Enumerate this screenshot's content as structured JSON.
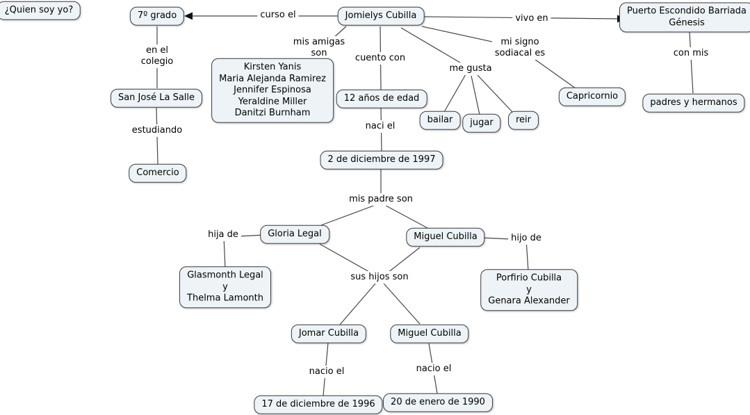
{
  "title": "¿Quien soy yo?",
  "colors": {
    "node_fill": "#edf3f6",
    "node_border": "#3d3d3d",
    "line": "#454545",
    "arrow": "#111111",
    "text": "#000000",
    "background": "#ffffff"
  },
  "nodes": [
    {
      "id": "quien-soy-yo",
      "label": "¿Quien soy yo?"
    },
    {
      "id": "grado-7",
      "label": "7º grado"
    },
    {
      "id": "jomielys-cubilla",
      "label": "Jomielys Cubilla"
    },
    {
      "id": "puerto-escondido",
      "label": "Puerto Escondido Barriada\nGénesis"
    },
    {
      "id": "san-jose-la-salle",
      "label": "San José La Salle"
    },
    {
      "id": "amigas",
      "label": "Kirsten Yanis\nMaria Alejanda Ramirez\nJennifer Espinosa\nYeraldine Miller\nDanitzi Burnham"
    },
    {
      "id": "comercio",
      "label": "Comercio"
    },
    {
      "id": "edad",
      "label": "12 años de edad"
    },
    {
      "id": "bailar",
      "label": "bailar"
    },
    {
      "id": "jugar",
      "label": "jugar"
    },
    {
      "id": "reir",
      "label": "reir"
    },
    {
      "id": "capricornio",
      "label": "Capricornio"
    },
    {
      "id": "padres-hermanos",
      "label": "padres y hermanos"
    },
    {
      "id": "fecha-1997",
      "label": "2 de diciembre de 1997"
    },
    {
      "id": "gloria-legal",
      "label": "Gloria Legal"
    },
    {
      "id": "miguel-cubilla-padre",
      "label": "Miguel Cubilla"
    },
    {
      "id": "abuelos-maternos",
      "label": "Glasmonth Legal\ny\nThelma Lamonth"
    },
    {
      "id": "abuelos-paternos",
      "label": "Porfirio Cubilla\ny\nGenara Alexander"
    },
    {
      "id": "jomar-cubilla",
      "label": "Jomar Cubilla"
    },
    {
      "id": "miguel-cubilla-hermano",
      "label": "Miguel Cubilla"
    },
    {
      "id": "fecha-1996",
      "label": "17 de diciembre de 1996"
    },
    {
      "id": "fecha-1990",
      "label": "20 de enero de 1990"
    }
  ],
  "edge_labels": [
    {
      "id": "curso-el",
      "text": "curso el"
    },
    {
      "id": "vivo-en",
      "text": "vivo en"
    },
    {
      "id": "en-el-colegio",
      "text": "en el\ncolegio"
    },
    {
      "id": "mis-amigas-son",
      "text": "mis amigas\nson"
    },
    {
      "id": "cuento-con",
      "text": "cuento con"
    },
    {
      "id": "me-gusta",
      "text": "me gusta"
    },
    {
      "id": "mi-signo",
      "text": "mi signo\nsodiacal es"
    },
    {
      "id": "con-mis",
      "text": "con mis"
    },
    {
      "id": "estudiando",
      "text": "estudiando"
    },
    {
      "id": "naci-el",
      "text": "naci el"
    },
    {
      "id": "mis-padre-son",
      "text": "mis padre son"
    },
    {
      "id": "hija-de",
      "text": "hija de"
    },
    {
      "id": "hijo-de",
      "text": "hijo de"
    },
    {
      "id": "sus-hijos-son",
      "text": "sus hijos son"
    },
    {
      "id": "nacio-el-jomar",
      "text": "nacio el"
    },
    {
      "id": "nacio-el-miguel",
      "text": "nacio el"
    }
  ]
}
